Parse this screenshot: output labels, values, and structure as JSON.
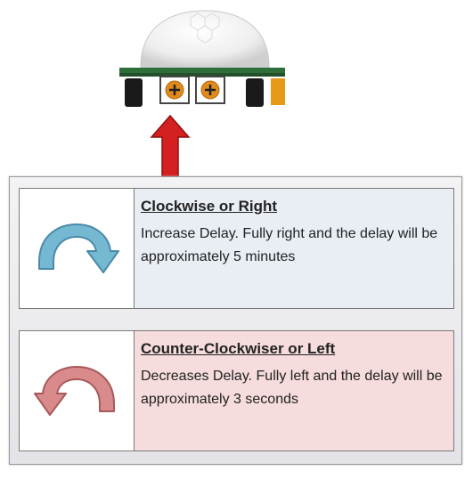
{
  "colors": {
    "clockwise_arrow": "#74b8d2",
    "counter_clockwise_arrow": "#d98a8a",
    "up_arrow": "#d42020",
    "clockwise_text_bg": "#e9eef5",
    "counter_clockwise_text_bg": "#f6dcdc"
  },
  "icons": {
    "sensor": "pir-motion-sensor",
    "up_arrow": "arrow-up-icon",
    "clockwise": "clockwise-arrow-icon",
    "counter_clockwise": "counter-clockwise-arrow-icon"
  },
  "rows": [
    {
      "title": "Clockwise or Right",
      "description": "Increase Delay.  Fully right and the delay will be approximately 5 minutes"
    },
    {
      "title": "Counter-Clockwiser or Left",
      "description": "Decreases Delay.  Fully left and the delay will be approximately 3 seconds"
    }
  ]
}
